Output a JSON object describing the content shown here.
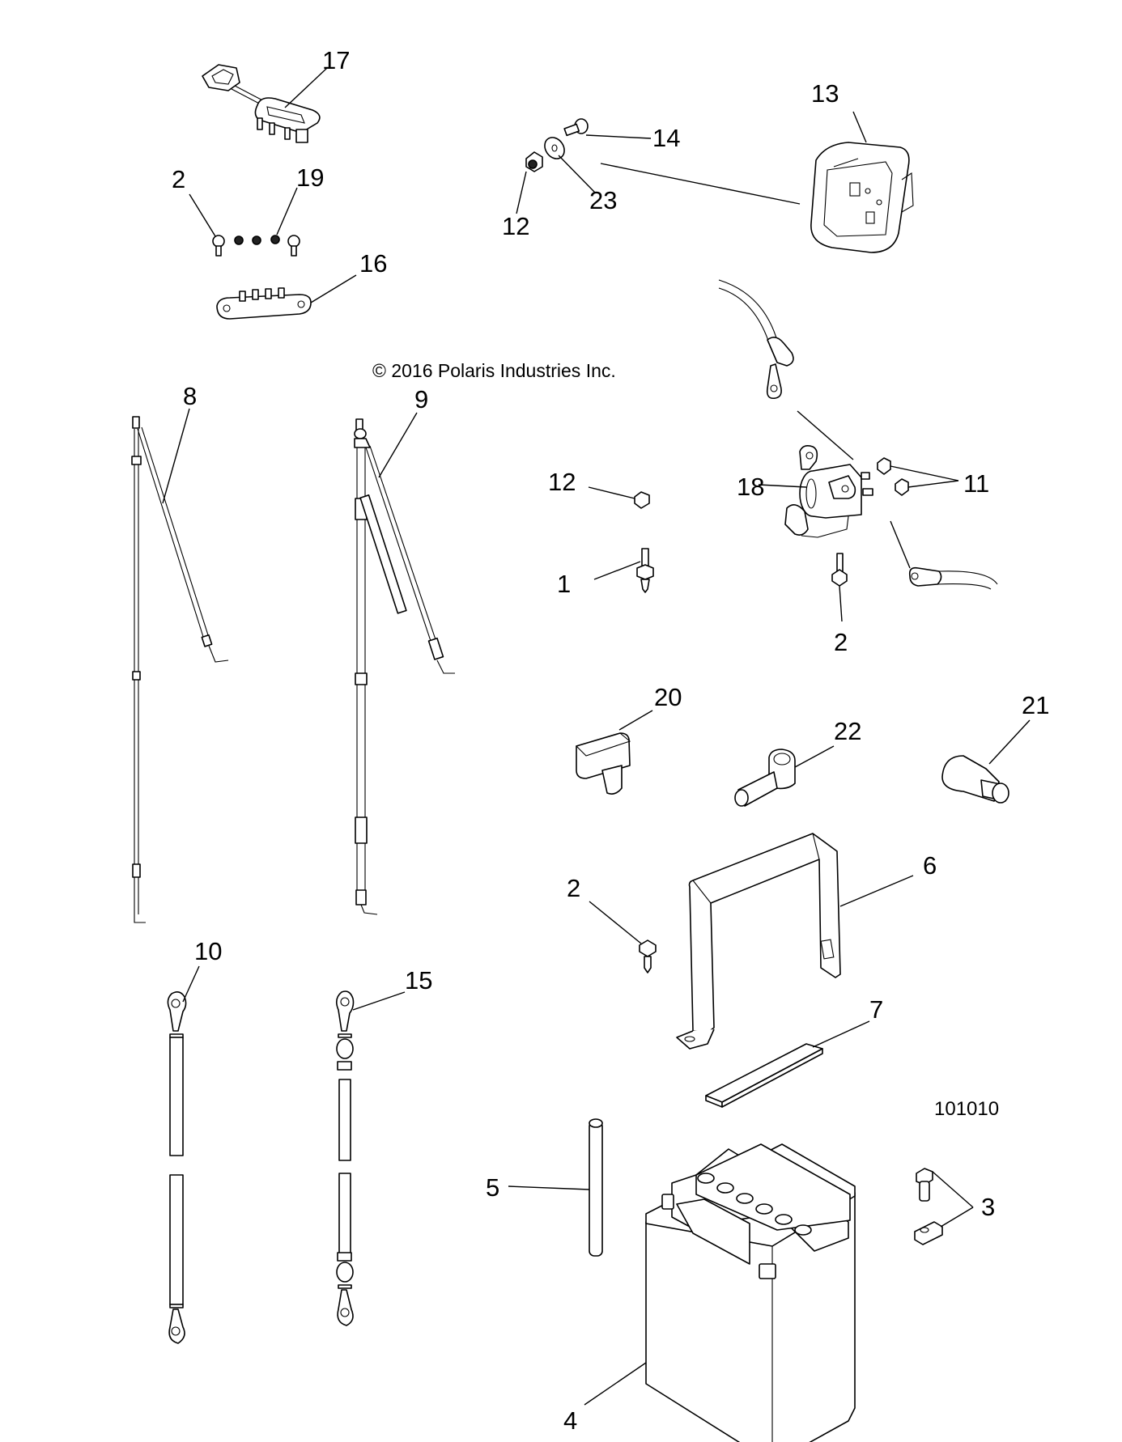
{
  "diagram": {
    "title": "Battery and Electrical Components Exploded View",
    "copyright": "© 2016 Polaris Industries Inc.",
    "drawing_code": "101010",
    "callouts": [
      {
        "id": "c17",
        "label": "17",
        "part": "tether-key-switch-cap"
      },
      {
        "id": "c2a",
        "label": "2",
        "part": "screw"
      },
      {
        "id": "c19",
        "label": "19",
        "part": "terminal-nut"
      },
      {
        "id": "c16",
        "label": "16",
        "part": "terminal-block"
      },
      {
        "id": "c13",
        "label": "13",
        "part": "module-housing"
      },
      {
        "id": "c14",
        "label": "14",
        "part": "bolt"
      },
      {
        "id": "c23",
        "label": "23",
        "part": "washer"
      },
      {
        "id": "c12a",
        "label": "12",
        "part": "flange-nut"
      },
      {
        "id": "c8",
        "label": "8",
        "part": "cable-harness"
      },
      {
        "id": "c9",
        "label": "9",
        "part": "cable-harness"
      },
      {
        "id": "c12b",
        "label": "12",
        "part": "flange-nut"
      },
      {
        "id": "c1",
        "label": "1",
        "part": "starter-solenoid"
      },
      {
        "id": "c18",
        "label": "18",
        "part": "terminal-nuts"
      },
      {
        "id": "c11",
        "label": "11",
        "part": "stud-bolt"
      },
      {
        "id": "c2b",
        "label": "2",
        "part": "screw"
      },
      {
        "id": "c20",
        "label": "20",
        "part": "terminal-boot"
      },
      {
        "id": "c22",
        "label": "22",
        "part": "terminal-boot"
      },
      {
        "id": "c21",
        "label": "21",
        "part": "terminal-boot"
      },
      {
        "id": "c2c",
        "label": "2",
        "part": "screw"
      },
      {
        "id": "c6",
        "label": "6",
        "part": "battery-hold-down-bracket"
      },
      {
        "id": "c10",
        "label": "10",
        "part": "battery-cable"
      },
      {
        "id": "c15",
        "label": "15",
        "part": "battery-cable"
      },
      {
        "id": "c7",
        "label": "7",
        "part": "foam-pad"
      },
      {
        "id": "c5",
        "label": "5",
        "part": "vent-tube"
      },
      {
        "id": "c3",
        "label": "3",
        "part": "bolt-and-nut"
      },
      {
        "id": "c4",
        "label": "4",
        "part": "battery"
      }
    ]
  }
}
